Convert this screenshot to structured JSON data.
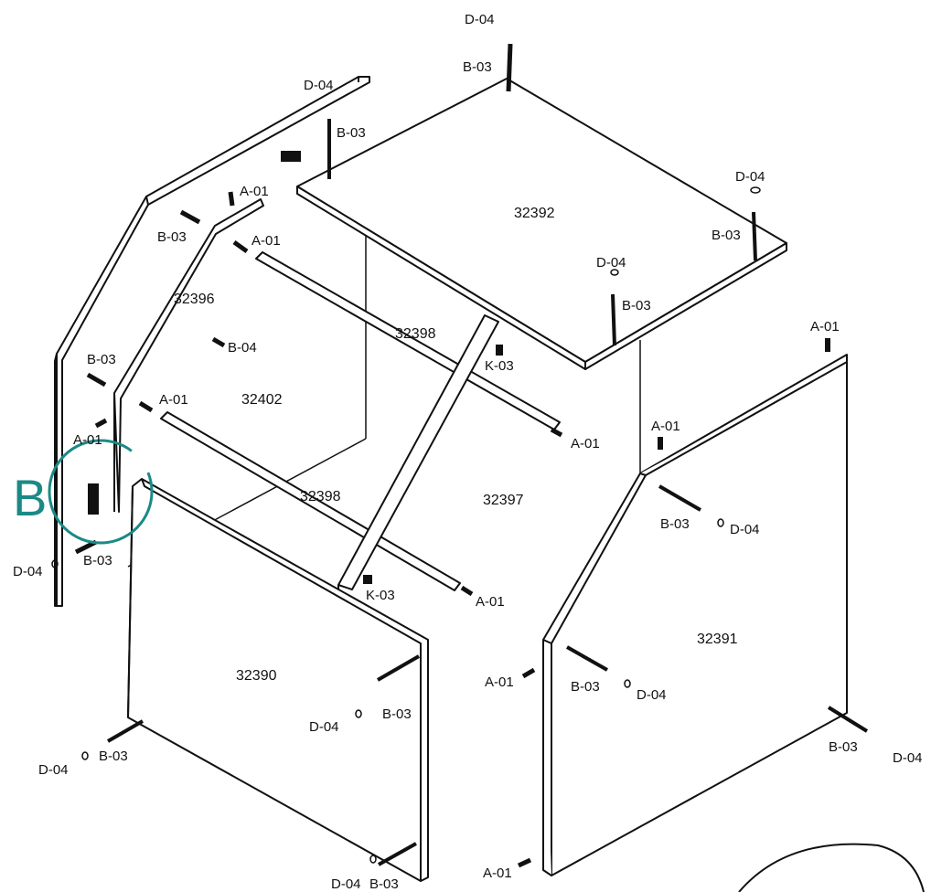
{
  "panels": [
    {
      "id": "top",
      "label": "32392"
    },
    {
      "id": "left-side",
      "label": "32396"
    },
    {
      "id": "back",
      "label": "32402"
    },
    {
      "id": "rail-upper",
      "label": "32398"
    },
    {
      "id": "rail-lower",
      "label": "32398"
    },
    {
      "id": "divider",
      "label": "32397"
    },
    {
      "id": "front-left",
      "label": "32390"
    },
    {
      "id": "front-right",
      "label": "32391"
    }
  ],
  "hardware": [
    {
      "id": "c1",
      "label": "D-04"
    },
    {
      "id": "c2",
      "label": "B-03"
    },
    {
      "id": "c3",
      "label": "D-04"
    },
    {
      "id": "c4",
      "label": "B-03"
    },
    {
      "id": "c5",
      "label": "A-01"
    },
    {
      "id": "c6",
      "label": "B-03"
    },
    {
      "id": "c7",
      "label": "A-01"
    },
    {
      "id": "c8",
      "label": "D-04"
    },
    {
      "id": "c9",
      "label": "B-03"
    },
    {
      "id": "c10",
      "label": "D-04"
    },
    {
      "id": "c11",
      "label": "B-03"
    },
    {
      "id": "c12",
      "label": "B-04"
    },
    {
      "id": "c13",
      "label": "B-03"
    },
    {
      "id": "c14",
      "label": "A-01"
    },
    {
      "id": "c15",
      "label": "A-01"
    },
    {
      "id": "c16",
      "label": "K-03"
    },
    {
      "id": "c17",
      "label": "A-01"
    },
    {
      "id": "c18",
      "label": "A-01"
    },
    {
      "id": "c19",
      "label": "A-01"
    },
    {
      "id": "c20",
      "label": "B-03"
    },
    {
      "id": "c21",
      "label": "D-04"
    },
    {
      "id": "c22",
      "label": "D-04"
    },
    {
      "id": "c23",
      "label": "B-03"
    },
    {
      "id": "c24",
      "label": "K-03"
    },
    {
      "id": "c25",
      "label": "A-01"
    },
    {
      "id": "c26",
      "label": "A-01"
    },
    {
      "id": "c27",
      "label": "B-03"
    },
    {
      "id": "c28",
      "label": "D-04"
    },
    {
      "id": "c29",
      "label": "D-04"
    },
    {
      "id": "c30",
      "label": "B-03"
    },
    {
      "id": "c31",
      "label": "D-04"
    },
    {
      "id": "c32",
      "label": "B-03"
    },
    {
      "id": "c33",
      "label": "B-03"
    },
    {
      "id": "c34",
      "label": "D-04"
    },
    {
      "id": "c35",
      "label": "D-04"
    },
    {
      "id": "c36",
      "label": "B-03"
    },
    {
      "id": "c37",
      "label": "A-01"
    }
  ],
  "detail": {
    "letter": "B"
  }
}
